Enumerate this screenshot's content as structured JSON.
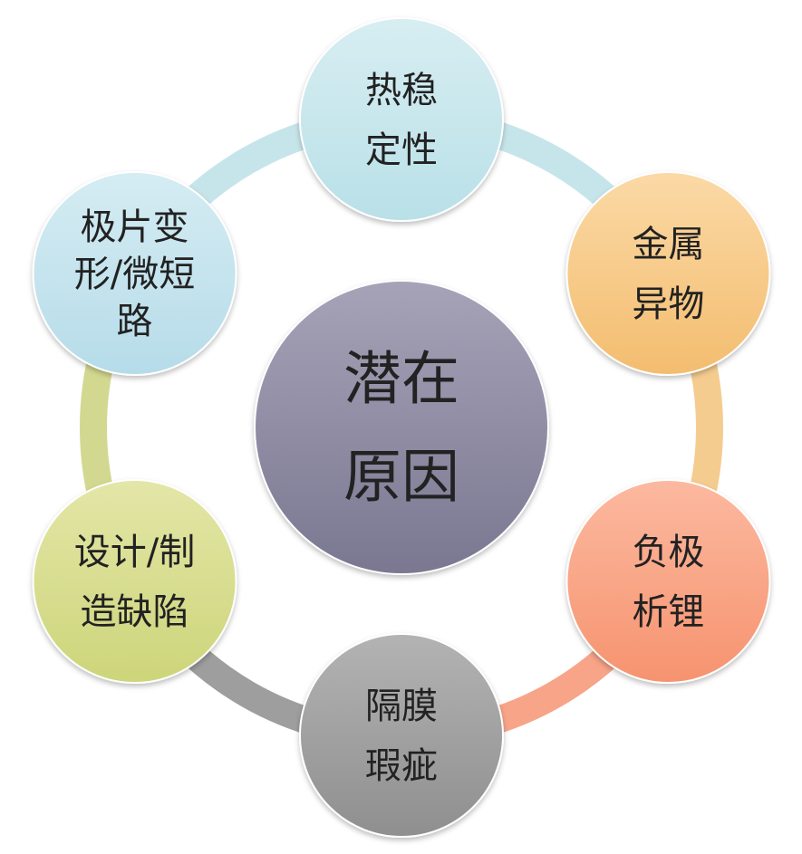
{
  "center": {
    "lines": [
      "潜在",
      "原因"
    ],
    "color_top": "#a6a3b8",
    "color_bottom": "#7a7791"
  },
  "nodes": [
    {
      "id": "thermal-stability",
      "lines": [
        "热稳",
        "定性"
      ],
      "color_top": "#d7eef2",
      "color_bottom": "#b9e0e8",
      "arc_color": "#c6e5ea"
    },
    {
      "id": "metal-foreign-matter",
      "lines": [
        "金属",
        "异物"
      ],
      "color_top": "#fbd9a6",
      "color_bottom": "#f3bd6f",
      "arc_color": "#f5cc8f"
    },
    {
      "id": "anode-lithium-plating",
      "lines": [
        "负极",
        "析锂"
      ],
      "color_top": "#fcb9a0",
      "color_bottom": "#f6936f",
      "arc_color": "#f7a488"
    },
    {
      "id": "separator-defect",
      "lines": [
        "隔膜",
        "瑕疵"
      ],
      "color_top": "#b3b3b3",
      "color_bottom": "#8f8f8f",
      "arc_color": "#9e9e9e"
    },
    {
      "id": "design-manufacturing-defect",
      "lines": [
        "设计/制",
        "造缺陷"
      ],
      "color_top": "#e3e6a7",
      "color_bottom": "#cdd57a",
      "arc_color": "#d3d890"
    },
    {
      "id": "electrode-deformation-microshort",
      "lines": [
        "极片变",
        "形/微短",
        "路"
      ],
      "color_top": "#d5ecf3",
      "color_bottom": "#b6dce9",
      "arc_color": "#c6e5ea"
    }
  ]
}
